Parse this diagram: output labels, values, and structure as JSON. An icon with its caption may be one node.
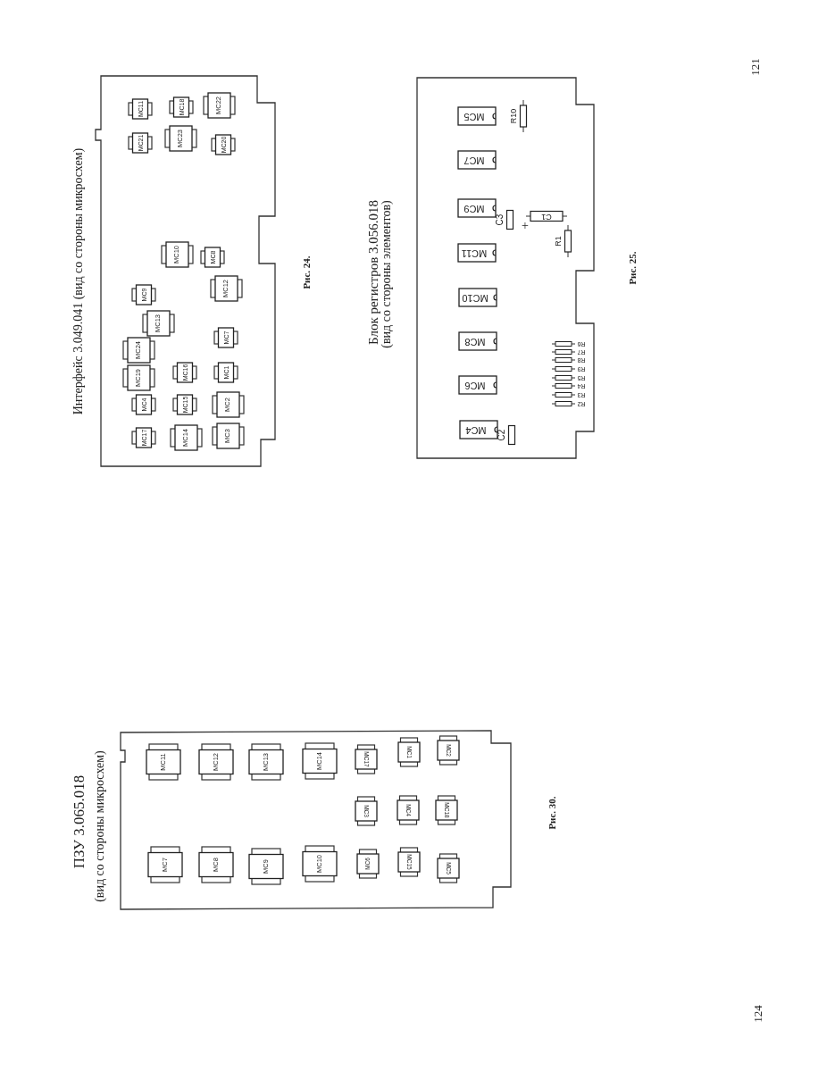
{
  "diagram": {
    "nodes": [
      {
        "text": [
          "Интерфейс 3.049.041 (вид со стороны микросхем)"
        ],
        "beside": [
          "Рис. 24."
        ]
      },
      {
        "text": [
          "MC11"
        ],
        "in": 0
      },
      {
        "text": [
          "MC18"
        ],
        "in": 0
      },
      {
        "text": [
          "MC22"
        ],
        "in": 0
      },
      {
        "text": [
          "MC21"
        ],
        "in": 0
      },
      {
        "text": [
          "MC23"
        ],
        "in": 0
      },
      {
        "text": [
          "MC20"
        ],
        "in": 0
      },
      {
        "text": [
          "MC10"
        ],
        "in": 0
      },
      {
        "text": [
          "MC8"
        ],
        "in": 0
      },
      {
        "text": [
          "MC9"
        ],
        "in": 0
      },
      {
        "text": [
          "MC12"
        ],
        "in": 0
      },
      {
        "text": [
          "MC13"
        ],
        "in": 0
      },
      {
        "text": [
          "MC7"
        ],
        "in": 0
      },
      {
        "text": [
          "MC24"
        ],
        "in": 0
      },
      {
        "text": [
          "MC19"
        ],
        "in": 0
      },
      {
        "text": [
          "MC16"
        ],
        "in": 0
      },
      {
        "text": [
          "MC1"
        ],
        "in": 0
      },
      {
        "text": [
          "MC4"
        ],
        "in": 0
      },
      {
        "text": [
          "MC15"
        ],
        "in": 0
      },
      {
        "text": [
          "MC2"
        ],
        "in": 0
      },
      {
        "text": [
          "MC17"
        ],
        "in": 0
      },
      {
        "text": [
          "MC14"
        ],
        "in": 0
      },
      {
        "text": [
          "MC3"
        ],
        "in": 0
      },
      {
        "text": [
          "Блок регистров 3.056.018",
          "(вид со стороны элементов)"
        ],
        "beside": [
          "Рис. 25."
        ]
      },
      {
        "text": [
          "MC5"
        ],
        "in": 23
      },
      {
        "text": [
          "MC7"
        ],
        "in": 23
      },
      {
        "text": [
          "MC9"
        ],
        "in": 23
      },
      {
        "text": [
          "MC11"
        ],
        "in": 23
      },
      {
        "text": [
          "MC10"
        ],
        "in": 23
      },
      {
        "text": [
          "MC8"
        ],
        "in": 23
      },
      {
        "text": [
          "MC6"
        ],
        "in": 23
      },
      {
        "text": [
          "MC4"
        ],
        "in": 23
      },
      {
        "text": [
          "R10"
        ],
        "in": 23
      },
      {
        "text": [
          "C3"
        ],
        "in": 23
      },
      {
        "text": [
          "C1"
        ],
        "in": 23
      },
      {
        "text": [
          "R1"
        ],
        "in": 23
      },
      {
        "text": [
          "R6"
        ],
        "in": 23
      },
      {
        "text": [
          "R7"
        ],
        "in": 23
      },
      {
        "text": [
          "R8"
        ],
        "in": 23
      },
      {
        "text": [
          "R9"
        ],
        "in": 23
      },
      {
        "text": [
          "R5"
        ],
        "in": 23
      },
      {
        "text": [
          "R4"
        ],
        "in": 23
      },
      {
        "text": [
          "R3"
        ],
        "in": 23
      },
      {
        "text": [
          "R2"
        ],
        "in": 23
      },
      {
        "text": [
          "C2"
        ],
        "in": 23
      },
      {
        "text": [
          "ПЗУ 3.065.018",
          "(вид со стороны микросхем)"
        ],
        "beside": [
          "Рис. 30."
        ]
      },
      {
        "text": [
          "MC11"
        ],
        "in": 45
      },
      {
        "text": [
          "MC12"
        ],
        "in": 45
      },
      {
        "text": [
          "MC13"
        ],
        "in": 45
      },
      {
        "text": [
          "MC14"
        ],
        "in": 45
      },
      {
        "text": [
          "MC17"
        ],
        "in": 45
      },
      {
        "text": [
          "MC1"
        ],
        "in": 45
      },
      {
        "text": [
          "MC2"
        ],
        "in": 45
      },
      {
        "text": [
          "MC3"
        ],
        "in": 45
      },
      {
        "text": [
          "MC4"
        ],
        "in": 45
      },
      {
        "text": [
          "MC18"
        ],
        "in": 45
      },
      {
        "text": [
          "MC7"
        ],
        "in": 45
      },
      {
        "text": [
          "MC8"
        ],
        "in": 45
      },
      {
        "text": [
          "MC9"
        ],
        "in": 45
      },
      {
        "text": [
          "MC10"
        ],
        "in": 45
      },
      {
        "text": [
          "MC6"
        ],
        "in": 45
      },
      {
        "text": [
          "MC15"
        ],
        "in": 45
      },
      {
        "text": [
          "MC5"
        ],
        "in": 45
      }
    ],
    "labels": [
      "121",
      "124",
      "+"
    ]
  }
}
